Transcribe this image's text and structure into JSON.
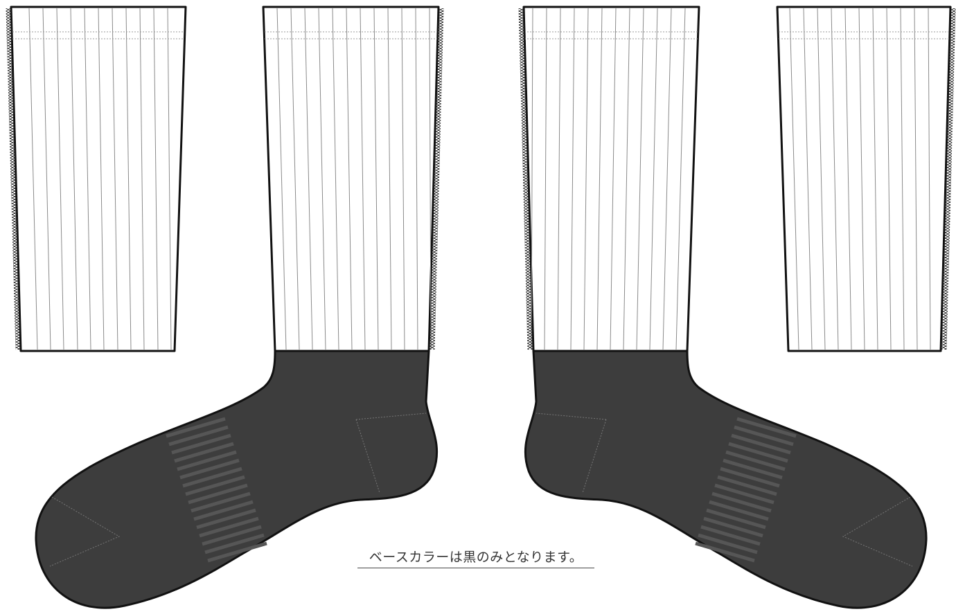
{
  "note": "ベースカラーは黒のみとなります。",
  "colors": {
    "background": "#ffffff",
    "sock_base": "#3d3d3d",
    "outline": "#111111",
    "rib_line": "#8a8a8a",
    "shade_band": "#565656"
  },
  "views": [
    "sock-left-back-panel",
    "sock-left-profile",
    "sock-right-profile",
    "sock-right-back-panel"
  ]
}
